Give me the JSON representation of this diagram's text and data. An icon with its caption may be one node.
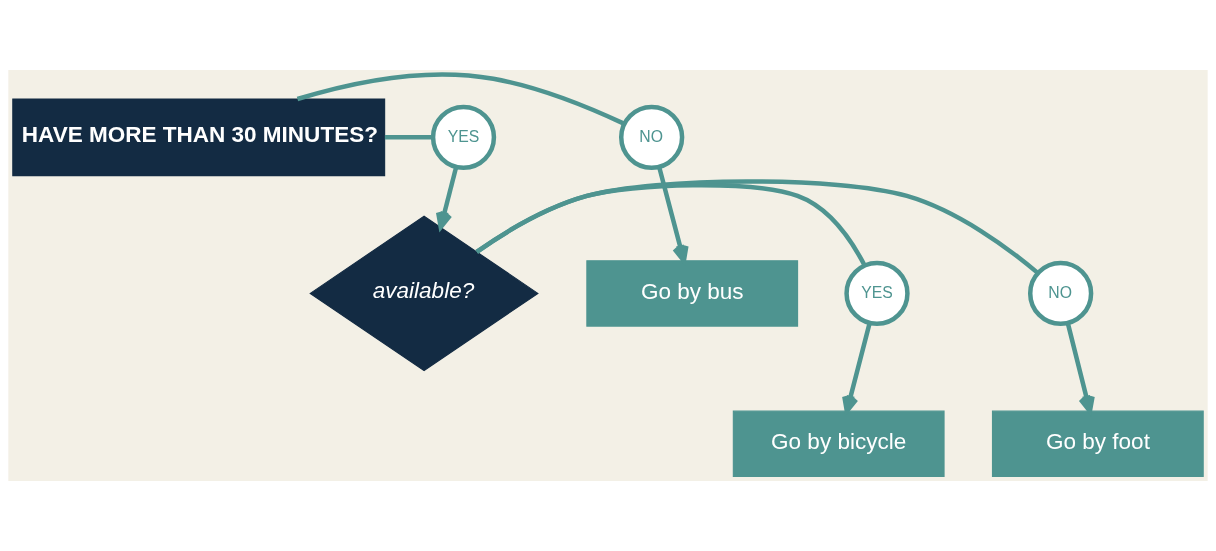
{
  "diagram": {
    "nodes": [
      {
        "text": [
          "HAVE MORE THAN 30 MINUTES?"
        ]
      },
      {
        "text": [
          "NO"
        ]
      },
      {
        "text": [
          "YES"
        ]
      },
      {
        "text": [
          "Go by bus"
        ]
      },
      {
        "text": [
          "available?"
        ]
      },
      {
        "text": [
          "NO"
        ]
      },
      {
        "text": [
          "YES"
        ]
      },
      {
        "text": [
          "Go by foot"
        ]
      },
      {
        "text": [
          "Go by bicycle"
        ]
      }
    ],
    "edges": [
      {
        "from": 0,
        "to": 1,
        "arrow": "none"
      },
      {
        "from": 1,
        "to": 3,
        "arrow": "to"
      },
      {
        "from": 0,
        "to": 2,
        "arrow": "none"
      },
      {
        "from": 2,
        "to": 4,
        "arrow": "to"
      },
      {
        "from": 4,
        "to": 5,
        "arrow": "none"
      },
      {
        "from": 5,
        "to": 7,
        "arrow": "to"
      },
      {
        "from": 4,
        "to": 6,
        "arrow": "none"
      },
      {
        "from": 6,
        "to": 8,
        "arrow": "to"
      }
    ]
  }
}
